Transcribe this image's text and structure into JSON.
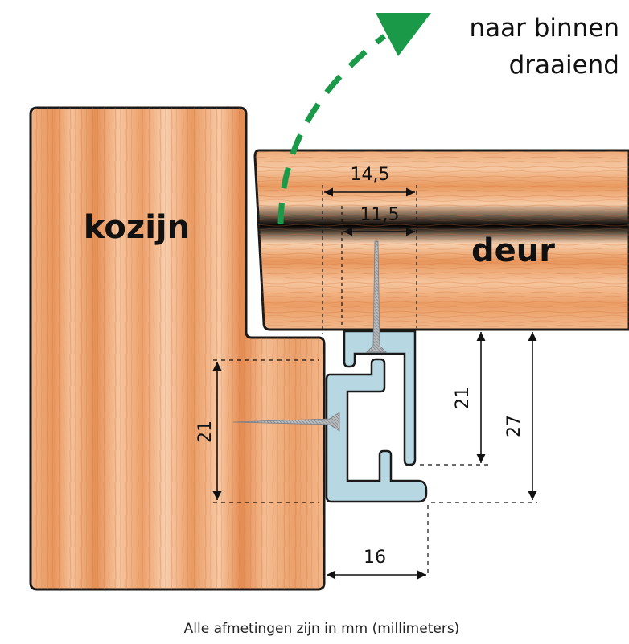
{
  "title": {
    "line1": "naar binnen",
    "line2": "draaiend"
  },
  "labels": {
    "frame": "kozijn",
    "door": "deur"
  },
  "dimensions": {
    "door_outer_width": "14,5",
    "door_inner_width": "11,5",
    "frame_rebate_height": "21",
    "profile_inner_height": "21",
    "profile_total_height": "27",
    "profile_width": "16"
  },
  "caption": "Alle afmetingen zijn in mm (millimeters)",
  "colors": {
    "arrow_green": "#1a9a48",
    "wood_base": "#f0a874",
    "wood_grain": "#d9783e",
    "profile_fill": "#b7d7e3",
    "outline": "#1a1a1a"
  }
}
